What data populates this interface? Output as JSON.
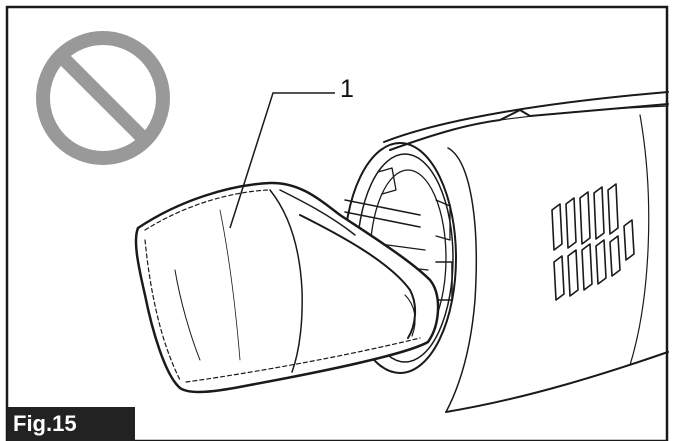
{
  "figure": {
    "label": "Fig.15",
    "callouts": [
      {
        "number": "1",
        "part": "dust-bag"
      }
    ],
    "prohibition_symbol": "prohibited-icon",
    "colors": {
      "line": "#1a1a1a",
      "prohibition": "#999999",
      "label_background": "#222222",
      "label_text": "#ffffff"
    }
  }
}
